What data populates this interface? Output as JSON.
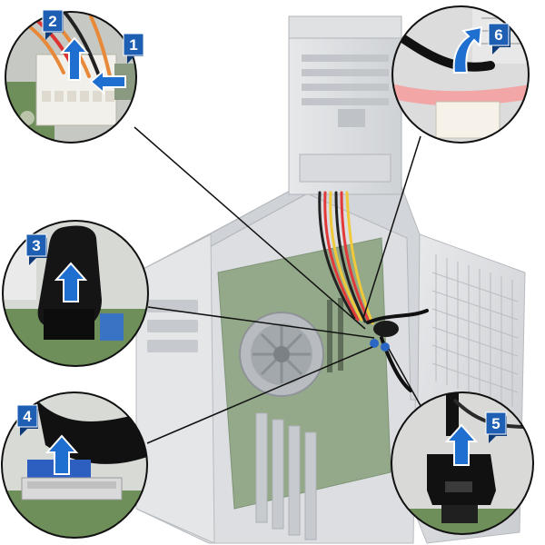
{
  "figure": {
    "steps": [
      {
        "number": "1",
        "arrow": "press-left",
        "detail": "power-connector-latch"
      },
      {
        "number": "2",
        "arrow": "pull-up",
        "detail": "power-connector-pull"
      },
      {
        "number": "3",
        "arrow": "pull-up",
        "detail": "cable-connector-pull"
      },
      {
        "number": "4",
        "arrow": "pull-up",
        "detail": "ribbon-cable-pull"
      },
      {
        "number": "5",
        "arrow": "pull-up",
        "detail": "usb-connector-pull"
      },
      {
        "number": "6",
        "arrow": "lift-curved",
        "detail": "cable-lift-from-clip"
      }
    ],
    "colors": {
      "badge_fill": "#1e5fb4",
      "badge_shadow": "#0e3a78",
      "arrow_fill": "#1f6fd1",
      "arrow_stroke": "#ffffff",
      "leader_line": "#111111",
      "callout_border": "#111111",
      "chassis_gray": "#d9dbdd",
      "board_green": "#6e8f5a"
    }
  }
}
